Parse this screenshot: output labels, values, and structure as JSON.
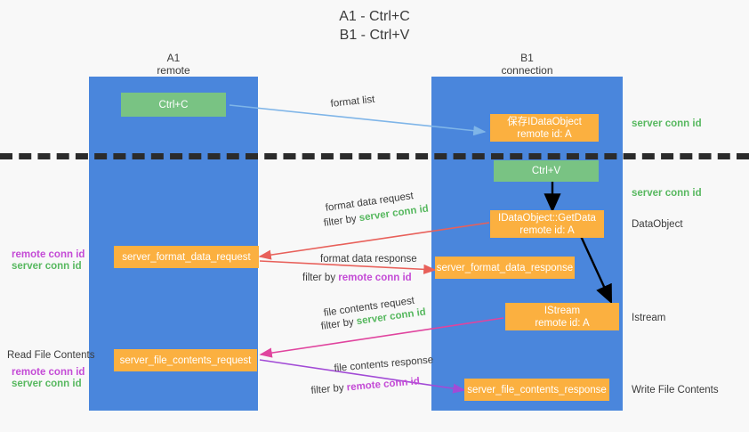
{
  "title": "A1 - Ctrl+C\nB1 - Ctrl+V",
  "columns": [
    {
      "name": "a1",
      "header": "A1\nremote"
    },
    {
      "name": "b1",
      "header": "B1\nconnection"
    }
  ],
  "boxes": {
    "ctrl_c": "Ctrl+C",
    "ctrl_v": "Ctrl+V",
    "save_idataobject": "保存IDataObject\nremote id: A",
    "idataobject_getdata": "IDataObject::GetData\nremote id: A",
    "istream": "IStream\nremote id: A",
    "server_format_data_request": "server_format_data_request",
    "server_format_data_response": "server_format_data_response",
    "server_file_contents_request": "server_file_contents_request",
    "server_file_contents_response": "server_file_contents_response"
  },
  "right_labels": {
    "server_conn_id_top": "server conn id",
    "server_conn_id_mid": "server conn id",
    "dataobject": "DataObject",
    "istream": "Istream",
    "write_file_contents": "Write File Contents"
  },
  "left_labels": {
    "remote_conn_id_1": "remote conn id",
    "server_conn_id_1": "server conn id",
    "read_file_contents": "Read File Contents",
    "remote_conn_id_2": "remote conn id",
    "server_conn_id_2": "server conn id"
  },
  "edges": {
    "format_list": "format list",
    "format_data_request": "format data request",
    "filter_by": "filter by ",
    "server_conn_id": "server conn id",
    "remote_conn_id": "remote conn id",
    "format_data_response": "format data response",
    "file_contents_request": "file contents request",
    "file_contents_response": "file contents response"
  },
  "colors": {
    "column_blue": "#4a86dc",
    "box_orange": "#fbb040",
    "box_green": "#79c383",
    "green_text": "#57b85f",
    "purple_text": "#c44bd6",
    "arrow_lightblue": "#7fb5e8",
    "arrow_red": "#e8605a",
    "arrow_magenta": "#e0449e",
    "arrow_purple": "#a24bd6",
    "arrow_black": "#000000",
    "background": "#f8f8f8"
  }
}
